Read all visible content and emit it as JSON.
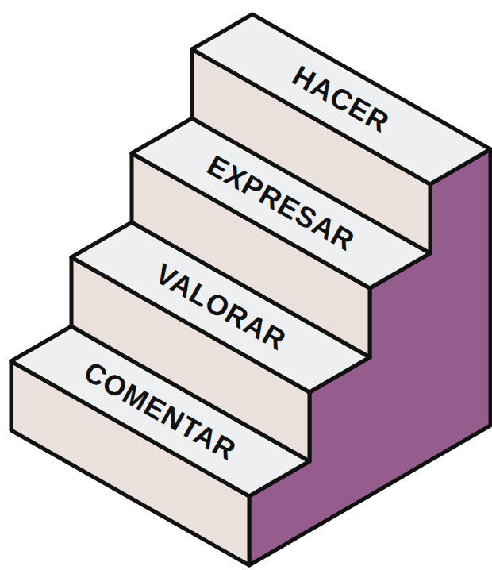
{
  "diagram": {
    "nodes": [
      {
        "text": [
          "HACER"
        ]
      },
      {
        "text": [
          "EXPRESAR"
        ]
      },
      {
        "text": [
          "VALORAR"
        ]
      },
      {
        "text": [
          "COMENTAR"
        ]
      }
    ]
  }
}
